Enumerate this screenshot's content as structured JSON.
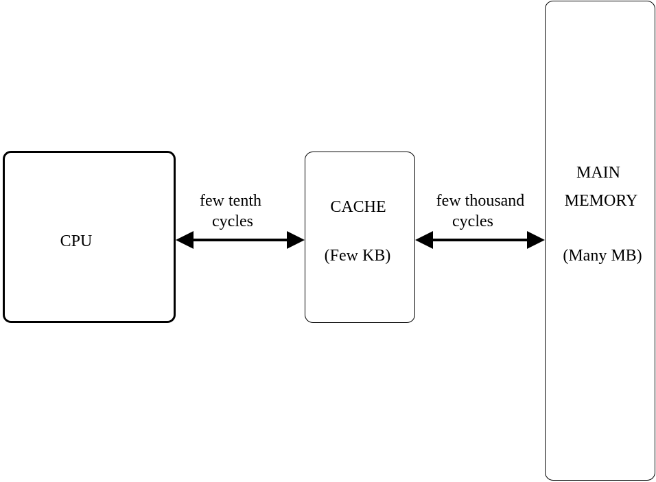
{
  "nodes": {
    "cpu": {
      "label": "CPU"
    },
    "cache": {
      "label": "CACHE",
      "size": "(Few KB)"
    },
    "main_memory": {
      "label_line1": "MAIN",
      "label_line2": "MEMORY",
      "size": "(Many MB)"
    }
  },
  "edges": {
    "cpu_cache": {
      "line1": "few tenth",
      "line2": "cycles",
      "direction": "bidirectional"
    },
    "cache_memory": {
      "line1": "few thousand",
      "line2": "cycles",
      "direction": "bidirectional"
    }
  }
}
